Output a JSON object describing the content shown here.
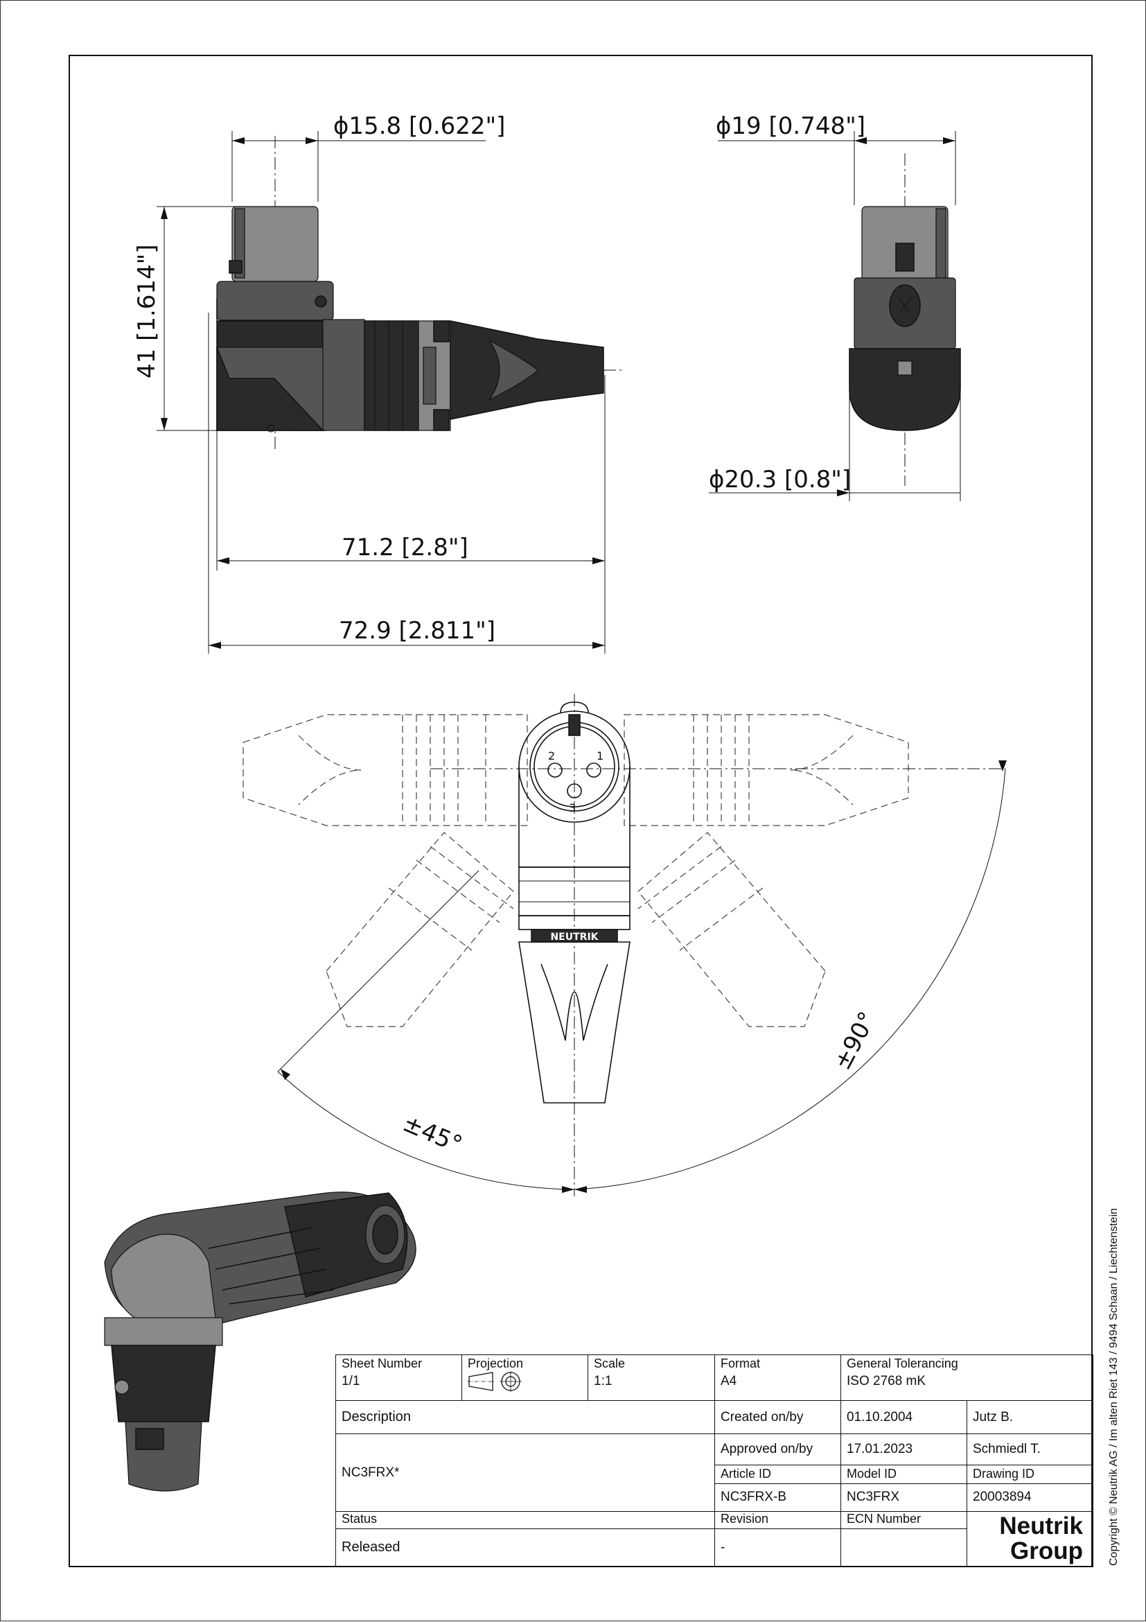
{
  "dimensions": {
    "side_top_diameter": "ϕ15.8 [0.622\"]",
    "front_top_diameter": "ϕ19 [0.748\"]",
    "height": "41 [1.614\"]",
    "front_bottom_diameter": "ϕ20.3 [0.8\"]",
    "length_short": "71.2 [2.8\"]",
    "length_long": "72.9 [2.811\"]",
    "angle_small": "±45°",
    "angle_large": "±90°"
  },
  "connector": {
    "brand_mark": "NEUTRIK",
    "pin_labels": [
      "2",
      "1",
      "3"
    ]
  },
  "title_block": {
    "sheet_number_label": "Sheet Number",
    "sheet_number": "1/1",
    "projection_label": "Projection",
    "scale_label": "Scale",
    "scale": "1:1",
    "format_label": "Format",
    "format": "A4",
    "tolerancing_label": "General Tolerancing",
    "tolerancing": "ISO 2768 mK",
    "description_label": "Description",
    "description": "NC3FRX*",
    "created_label": "Created on/by",
    "created_date": "01.10.2004",
    "created_by": "Jutz B.",
    "approved_label": "Approved on/by",
    "approved_date": "17.01.2023",
    "approved_by": "Schmiedl T.",
    "article_id_label": "Article ID",
    "article_id": "NC3FRX-B",
    "model_id_label": "Model ID",
    "model_id": "NC3FRX",
    "drawing_id_label": "Drawing ID",
    "drawing_id": "20003894",
    "status_label": "Status",
    "status": "Released",
    "revision_label": "Revision",
    "revision": "-",
    "ecn_label": "ECN Number",
    "ecn": "",
    "logo_line1": "Neutrik",
    "logo_line2": "Group"
  },
  "copyright": "Copyright © Neutrik AG / Im alten Riet 143 / 9494 Schaan / Liechtenstein"
}
